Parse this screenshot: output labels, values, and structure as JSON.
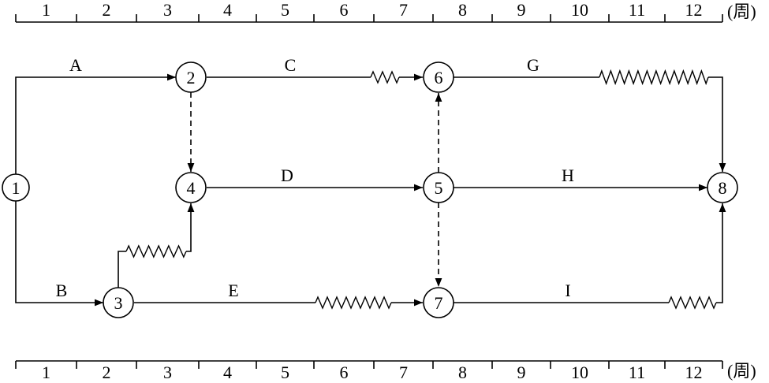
{
  "timescale": {
    "ticks": [
      "1",
      "2",
      "3",
      "4",
      "5",
      "6",
      "7",
      "8",
      "9",
      "10",
      "11",
      "12"
    ],
    "unit": "(周)"
  },
  "nodes": [
    {
      "id": "1",
      "label": "1"
    },
    {
      "id": "2",
      "label": "2"
    },
    {
      "id": "3",
      "label": "3"
    },
    {
      "id": "4",
      "label": "4"
    },
    {
      "id": "5",
      "label": "5"
    },
    {
      "id": "6",
      "label": "6"
    },
    {
      "id": "7",
      "label": "7"
    },
    {
      "id": "8",
      "label": "8"
    }
  ],
  "activities": [
    {
      "id": "A",
      "label": "A",
      "from": "1",
      "to": "2"
    },
    {
      "id": "B",
      "label": "B",
      "from": "1",
      "to": "3"
    },
    {
      "id": "C",
      "label": "C",
      "from": "2",
      "to": "6"
    },
    {
      "id": "D",
      "label": "D",
      "from": "4",
      "to": "5"
    },
    {
      "id": "E",
      "label": "E",
      "from": "3",
      "to": "7"
    },
    {
      "id": "G",
      "label": "G",
      "from": "6",
      "to": "8"
    },
    {
      "id": "H",
      "label": "H",
      "from": "5",
      "to": "8"
    },
    {
      "id": "I",
      "label": "I",
      "from": "7",
      "to": "8"
    }
  ],
  "dummies": [
    {
      "from": "2",
      "to": "4"
    },
    {
      "from": "5",
      "to": "6"
    },
    {
      "from": "5",
      "to": "7"
    },
    {
      "from": "3",
      "to": "4"
    }
  ]
}
